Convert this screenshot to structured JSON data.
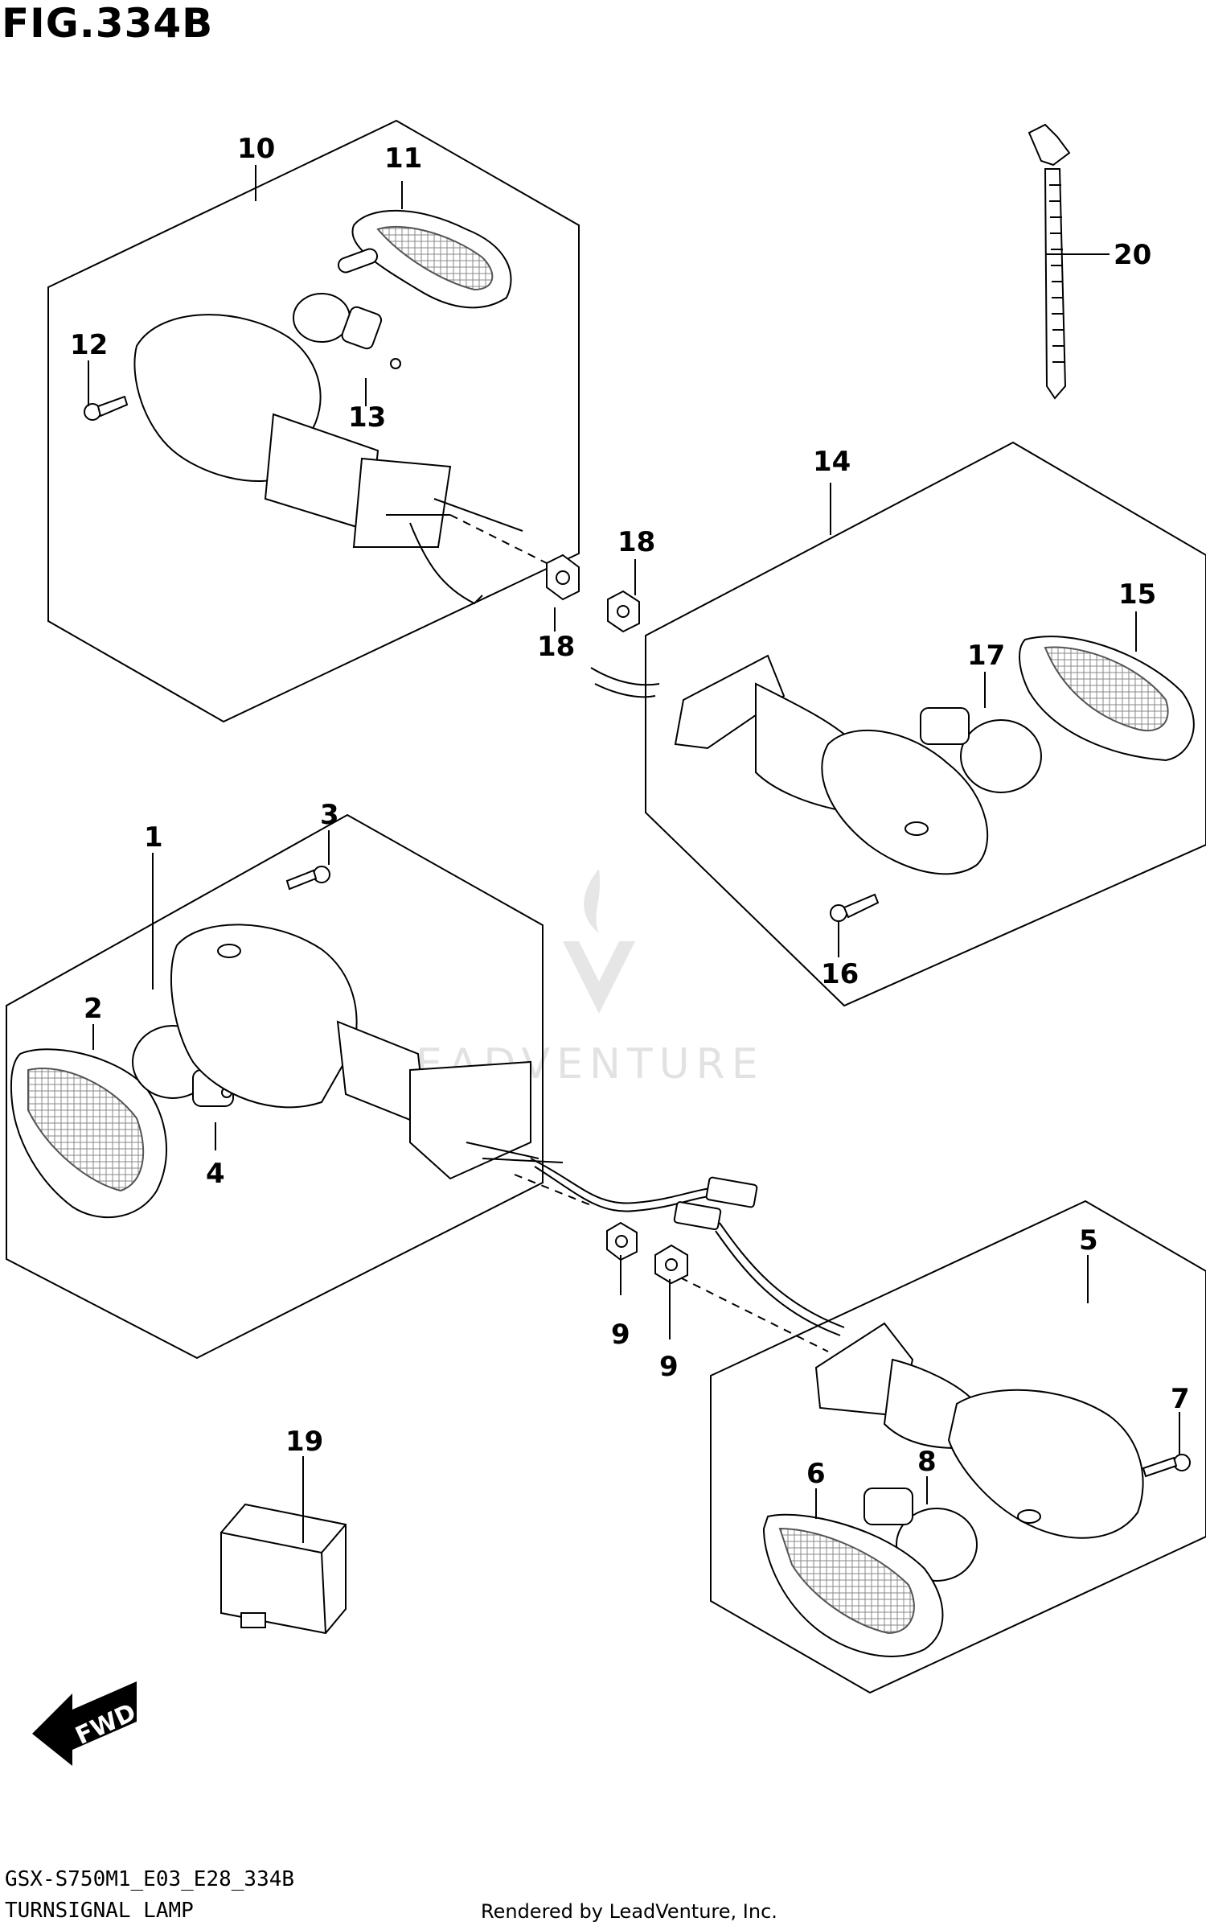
{
  "figure": {
    "title": "FIG.334B",
    "code": "GSX-S750M1_E03_E28_334B",
    "name": "TURNSIGNAL LAMP",
    "credit": "Rendered by LeadVenture, Inc.",
    "watermark": "LEADVENTURE",
    "direction_label": "FWD"
  },
  "callouts": [
    {
      "id": "c1",
      "label": "1"
    },
    {
      "id": "c2",
      "label": "2"
    },
    {
      "id": "c3",
      "label": "3"
    },
    {
      "id": "c4",
      "label": "4"
    },
    {
      "id": "c5",
      "label": "5"
    },
    {
      "id": "c6",
      "label": "6"
    },
    {
      "id": "c7",
      "label": "7"
    },
    {
      "id": "c8",
      "label": "8"
    },
    {
      "id": "c9a",
      "label": "9"
    },
    {
      "id": "c9b",
      "label": "9"
    },
    {
      "id": "c10",
      "label": "10"
    },
    {
      "id": "c11",
      "label": "11"
    },
    {
      "id": "c12",
      "label": "12"
    },
    {
      "id": "c13",
      "label": "13"
    },
    {
      "id": "c14",
      "label": "14"
    },
    {
      "id": "c15",
      "label": "15"
    },
    {
      "id": "c16",
      "label": "16"
    },
    {
      "id": "c17",
      "label": "17"
    },
    {
      "id": "c18a",
      "label": "18"
    },
    {
      "id": "c18b",
      "label": "18"
    },
    {
      "id": "c19",
      "label": "19"
    },
    {
      "id": "c20",
      "label": "20"
    }
  ]
}
